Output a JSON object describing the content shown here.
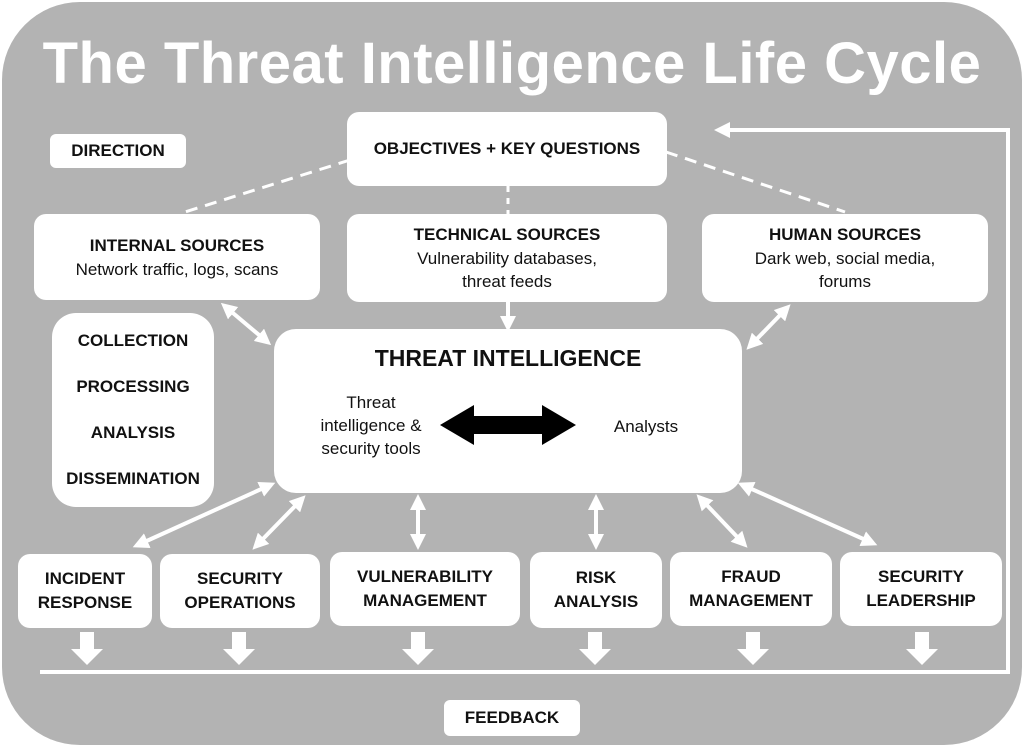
{
  "title": "The Threat Intelligence Life Cycle",
  "labels": {
    "direction": "DIRECTION",
    "feedback": "FEEDBACK"
  },
  "objectives": "OBJECTIVES + KEY QUESTIONS",
  "sources": {
    "internal": {
      "title": "INTERNAL SOURCES",
      "desc": "Network traffic, logs, scans"
    },
    "technical": {
      "title": "TECHNICAL SOURCES",
      "desc_line1": "Vulnerability databases,",
      "desc_line2": "threat feeds"
    },
    "human": {
      "title": "HUMAN SOURCES",
      "desc_line1": "Dark web, social media,",
      "desc_line2": "forums"
    }
  },
  "stages": [
    "COLLECTION",
    "PROCESSING",
    "ANALYSIS",
    "DISSEMINATION"
  ],
  "threat_intel": {
    "title": "THREAT INTELLIGENCE",
    "left_line1": "Threat",
    "left_line2": "intelligence &",
    "left_line3": "security tools",
    "right": "Analysts"
  },
  "consumers": [
    {
      "line1": "INCIDENT",
      "line2": "RESPONSE"
    },
    {
      "line1": "SECURITY",
      "line2": "OPERATIONS"
    },
    {
      "line1": "VULNERABILITY",
      "line2": "MANAGEMENT"
    },
    {
      "line1": "RISK",
      "line2": "ANALYSIS"
    },
    {
      "line1": "FRAUD",
      "line2": "MANAGEMENT"
    },
    {
      "line1": "SECURITY",
      "line2": "LEADERSHIP"
    }
  ],
  "colors": {
    "background": "#b3b3b3",
    "box": "#ffffff",
    "arrow_dark": "#000000",
    "text": "#111111"
  }
}
